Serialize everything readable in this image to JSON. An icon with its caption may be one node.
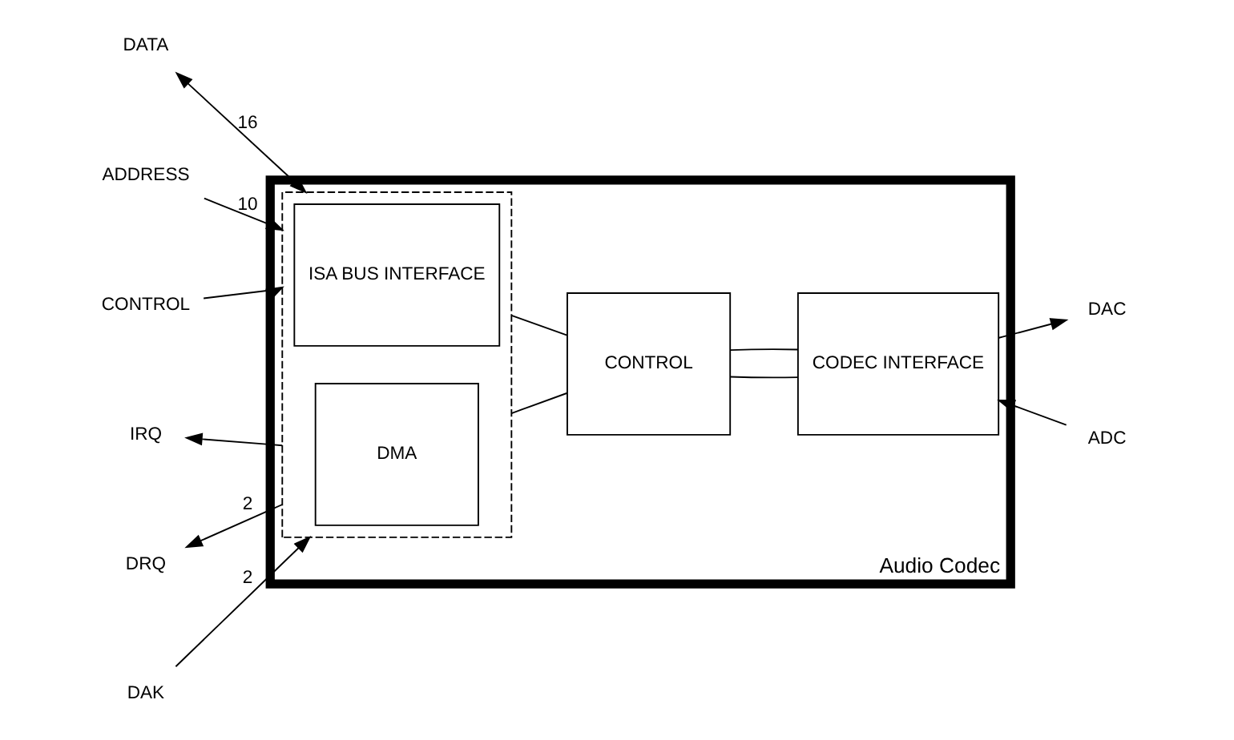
{
  "diagram": {
    "nodes": [
      {
        "text": [],
        "shape": "box",
        "beside": [
          "Audio Codec"
        ]
      },
      {
        "text": [],
        "shape": "box",
        "in": 0
      },
      {
        "text": [
          "ISA BUS INTERFACE"
        ],
        "in": 1
      },
      {
        "text": [
          "DMA"
        ],
        "in": 1
      },
      {
        "text": [
          "CONTROL"
        ],
        "in": 0
      },
      {
        "text": [
          "CODEC INTERFACE"
        ],
        "in": 0
      },
      {
        "text": [
          "DATA"
        ]
      },
      {
        "text": [
          "ADDRESS"
        ]
      },
      {
        "text": [
          "CONTROL"
        ]
      },
      {
        "text": [
          "IRQ"
        ]
      },
      {
        "text": [
          "DRQ"
        ]
      },
      {
        "text": [
          "DAK"
        ]
      },
      {
        "text": [
          "DAC"
        ]
      },
      {
        "text": [
          "ADC"
        ]
      }
    ],
    "edges": [
      {
        "from": 6,
        "to": 1,
        "arrow": "both",
        "label": "16"
      },
      {
        "from": 7,
        "to": 1,
        "arrow": "to",
        "label": "10"
      },
      {
        "from": 8,
        "to": 1,
        "arrow": "to"
      },
      {
        "from": 1,
        "to": 9,
        "arrow": "to"
      },
      {
        "from": 1,
        "to": 10,
        "arrow": "to",
        "label": "2"
      },
      {
        "from": 11,
        "to": 1,
        "arrow": "to",
        "label": "2"
      },
      {
        "from": 1,
        "to": 4,
        "arrow": "none"
      },
      {
        "from": 1,
        "to": 4,
        "arrow": "none"
      },
      {
        "from": 4,
        "to": 5,
        "arrow": "none"
      },
      {
        "from": 4,
        "to": 5,
        "arrow": "none"
      },
      {
        "from": 5,
        "to": 12,
        "arrow": "to"
      },
      {
        "from": 13,
        "to": 5,
        "arrow": "to"
      }
    ]
  }
}
